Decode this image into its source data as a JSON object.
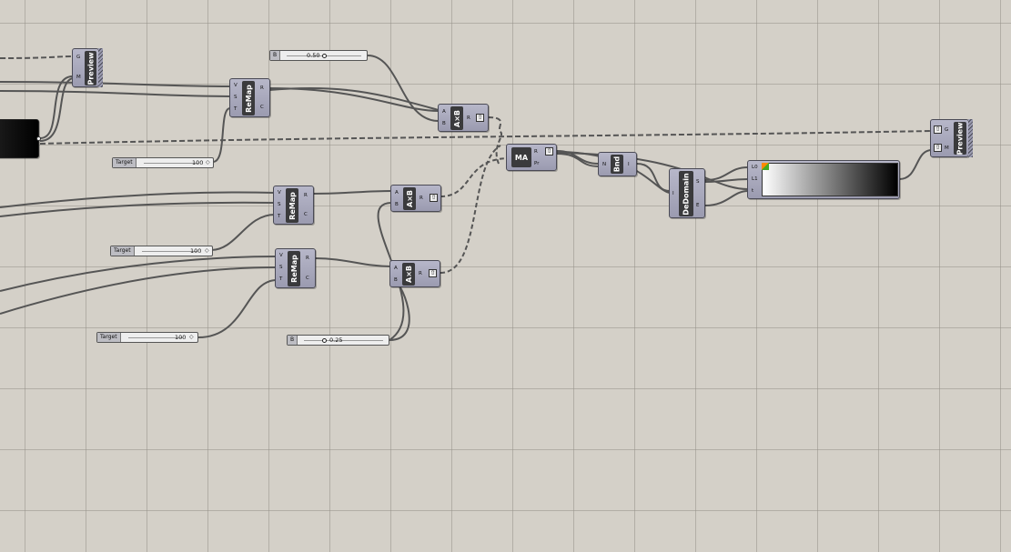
{
  "nodes": {
    "preview_top": {
      "label": "Preview",
      "inputs": [
        "G",
        "M"
      ]
    },
    "preview_right": {
      "label": "Preview",
      "inputs": [
        "G",
        "M"
      ]
    },
    "remap1": {
      "label": "ReMap",
      "inputs": [
        "V",
        "S",
        "T"
      ],
      "outputs": [
        "R",
        "C"
      ]
    },
    "remap2": {
      "label": "ReMap",
      "inputs": [
        "V",
        "S",
        "T"
      ],
      "outputs": [
        "R",
        "C"
      ]
    },
    "remap3": {
      "label": "ReMap",
      "inputs": [
        "V",
        "S",
        "T"
      ],
      "outputs": [
        "R",
        "C"
      ]
    },
    "mult1": {
      "label": "A×B",
      "inputs": [
        "A",
        "B"
      ],
      "outputs": [
        "R"
      ]
    },
    "mult2": {
      "label": "A×B",
      "inputs": [
        "A",
        "B"
      ],
      "outputs": [
        "R"
      ]
    },
    "mult3": {
      "label": "A×B",
      "inputs": [
        "A",
        "B"
      ],
      "outputs": [
        "R"
      ]
    },
    "ma": {
      "label": "MA",
      "outputs": [
        "R",
        "Pr"
      ]
    },
    "bnd": {
      "label": "Bnd",
      "inputs": [
        "N"
      ],
      "outputs": [
        "I"
      ]
    },
    "dedomain": {
      "label": "DeDomain",
      "inputs": [
        "I"
      ],
      "outputs": [
        "S",
        "E"
      ]
    },
    "gradient": {
      "inputs": [
        "L0",
        "L1",
        "t"
      ]
    }
  },
  "sliders": {
    "b_top": {
      "name": "B",
      "value": "0.50"
    },
    "target1": {
      "name": "Target",
      "value": "100"
    },
    "target2": {
      "name": "Target",
      "value": "100"
    },
    "target3": {
      "name": "Target",
      "value": "100"
    },
    "b_bottom": {
      "name": "B",
      "value": "0.25"
    }
  },
  "colors": {
    "canvas": "#d4d0c8",
    "node": "#a5a5b8",
    "node_core": "#3a3a3c",
    "wire": "#555555"
  }
}
